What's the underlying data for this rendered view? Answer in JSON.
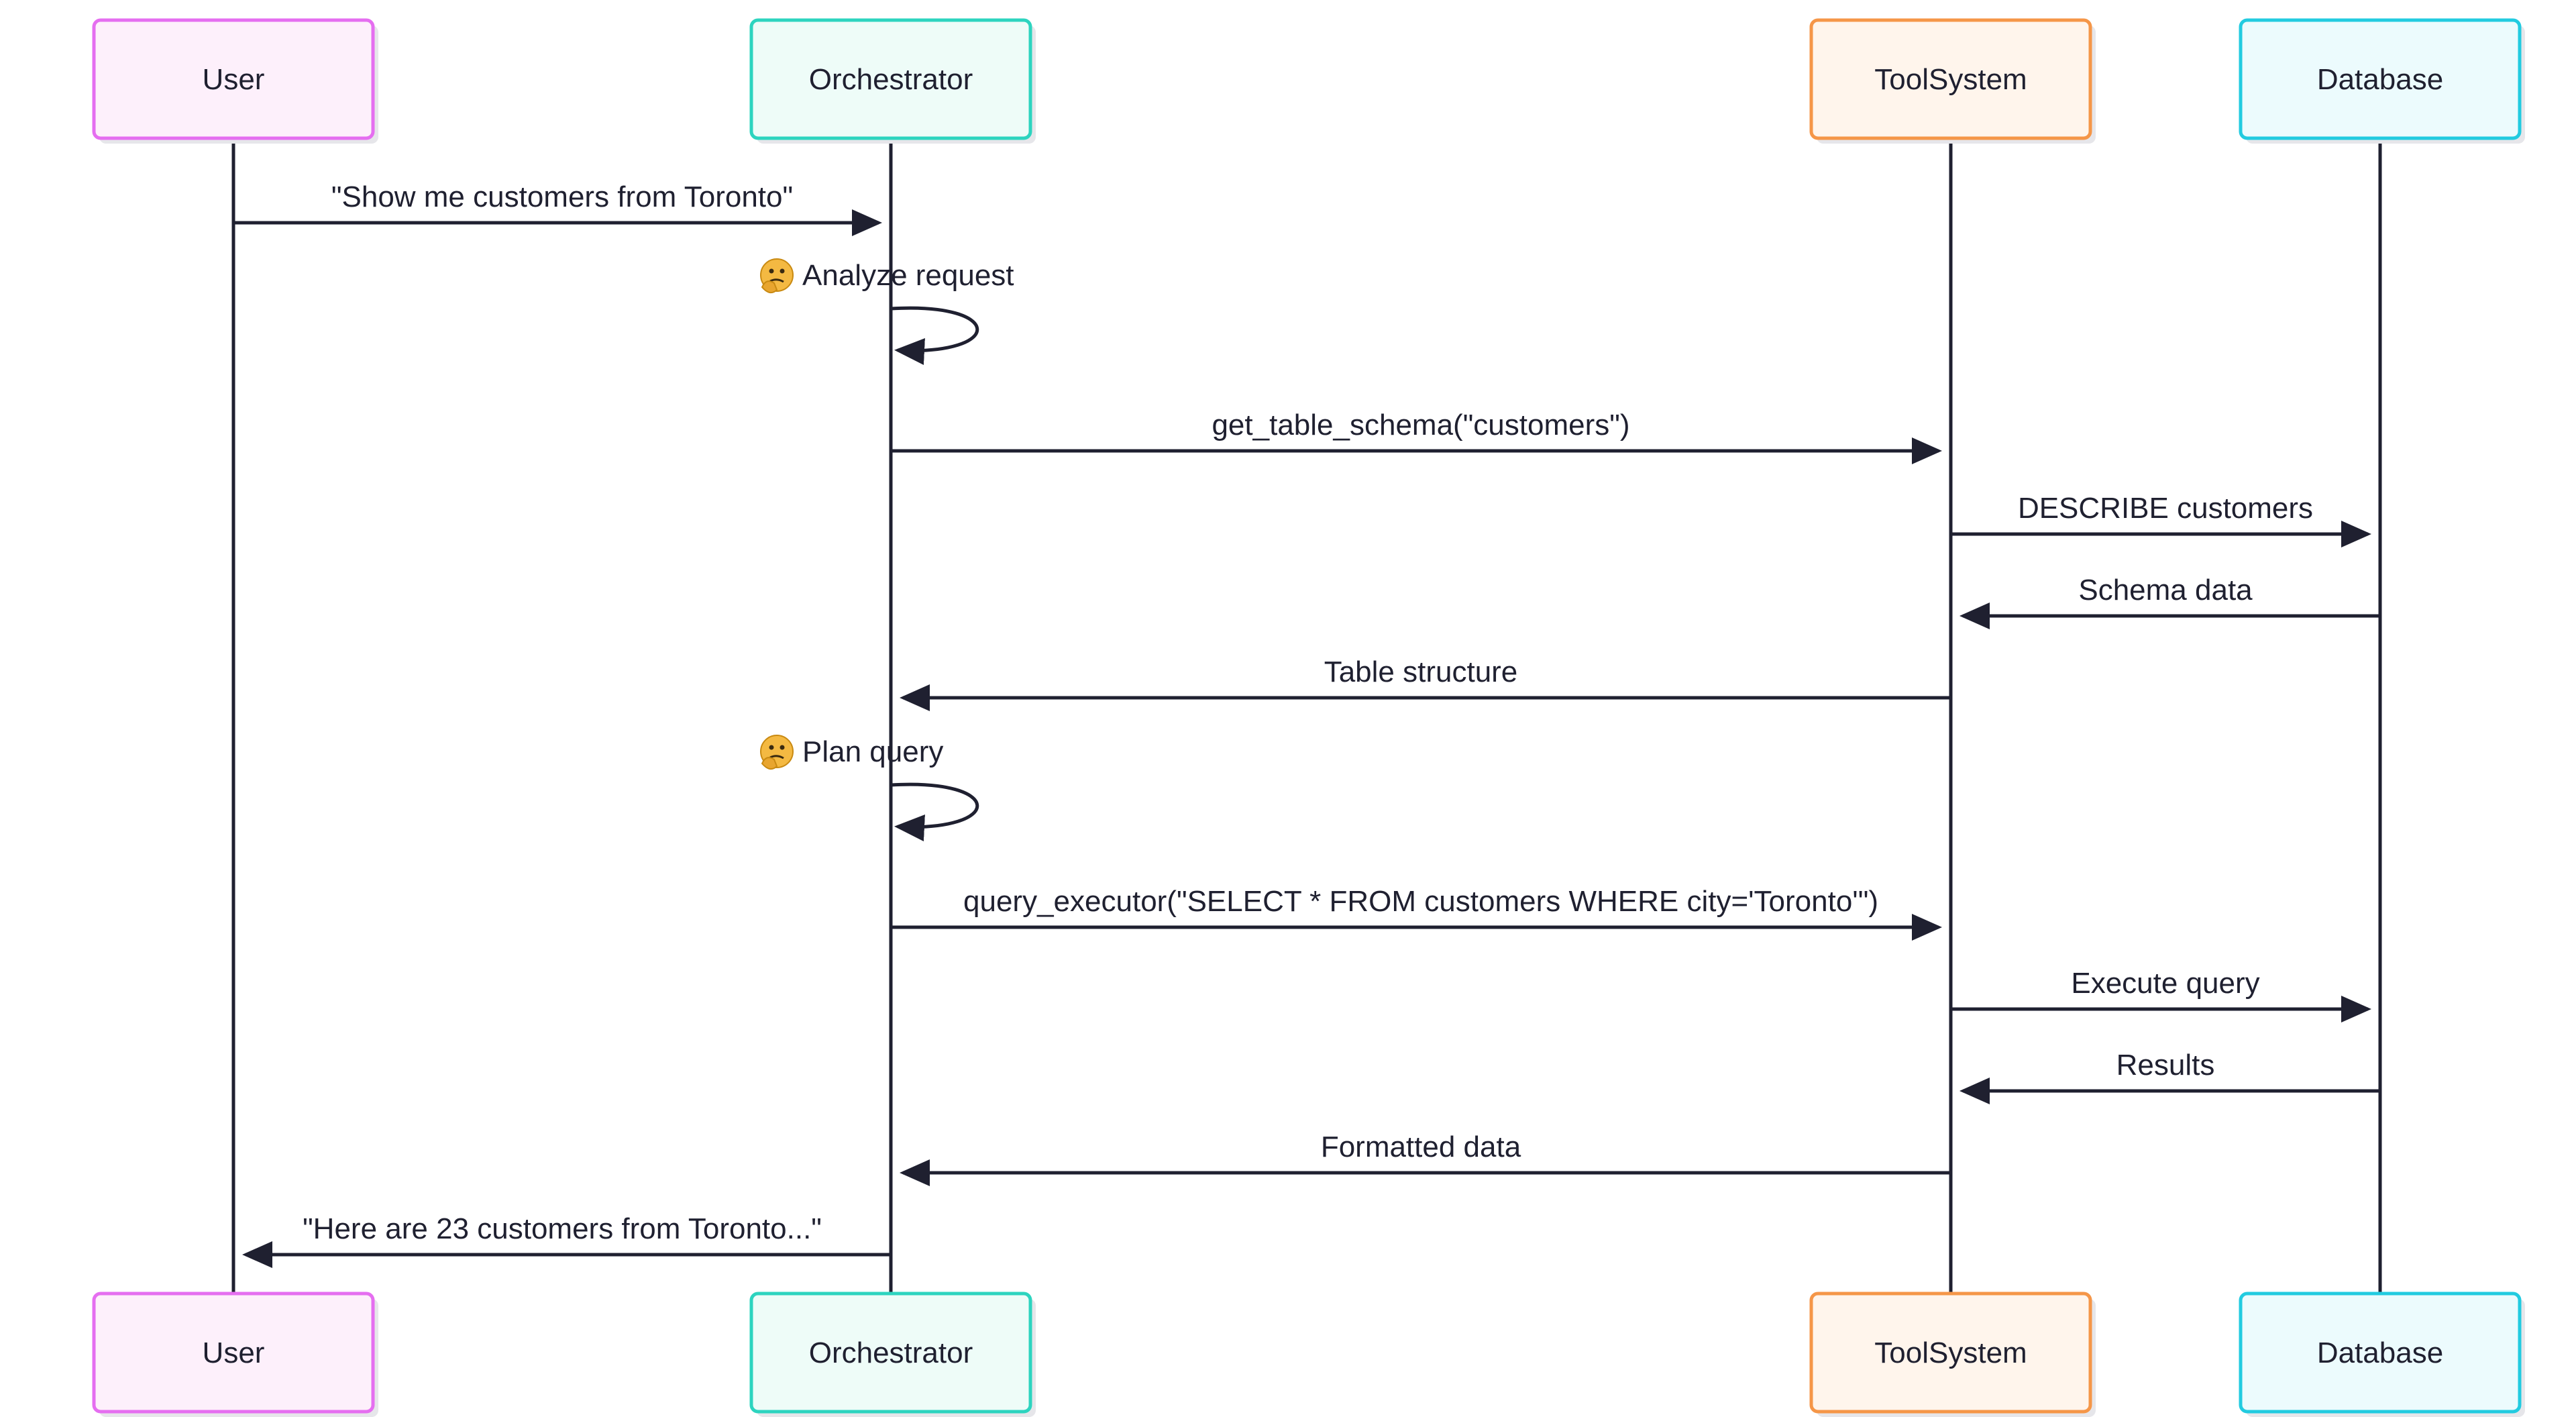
{
  "participants": [
    {
      "id": "user",
      "label": "User",
      "fill": "#fdf0fb",
      "stroke": "#e56ef0"
    },
    {
      "id": "orchestrator",
      "label": "Orchestrator",
      "fill": "#eefcf8",
      "stroke": "#2dd4bf"
    },
    {
      "id": "toolsystem",
      "label": "ToolSystem",
      "fill": "#fff5ec",
      "stroke": "#f59648"
    },
    {
      "id": "database",
      "label": "Database",
      "fill": "#ecfbfd",
      "stroke": "#22cbe0"
    }
  ],
  "messages": [
    {
      "from": "user",
      "to": "orchestrator",
      "label": "\"Show me customers from Toronto\""
    },
    {
      "from": "orchestrator",
      "to": "orchestrator",
      "label": "Analyze request",
      "self": true,
      "icon": "thinking-face-icon"
    },
    {
      "from": "orchestrator",
      "to": "toolsystem",
      "label": "get_table_schema(\"customers\")"
    },
    {
      "from": "toolsystem",
      "to": "database",
      "label": "DESCRIBE customers"
    },
    {
      "from": "database",
      "to": "toolsystem",
      "label": "Schema data"
    },
    {
      "from": "toolsystem",
      "to": "orchestrator",
      "label": "Table structure"
    },
    {
      "from": "orchestrator",
      "to": "orchestrator",
      "label": "Plan query",
      "self": true,
      "icon": "thinking-face-icon"
    },
    {
      "from": "orchestrator",
      "to": "toolsystem",
      "label": "query_executor(\"SELECT * FROM customers WHERE city='Toronto'\")"
    },
    {
      "from": "toolsystem",
      "to": "database",
      "label": "Execute query"
    },
    {
      "from": "database",
      "to": "toolsystem",
      "label": "Results"
    },
    {
      "from": "toolsystem",
      "to": "orchestrator",
      "label": "Formatted data"
    },
    {
      "from": "orchestrator",
      "to": "user",
      "label": "\"Here are 23 customers from Toronto...\""
    }
  ],
  "colors": {
    "line": "#1f2030",
    "shadow": "#e6e6ea"
  }
}
